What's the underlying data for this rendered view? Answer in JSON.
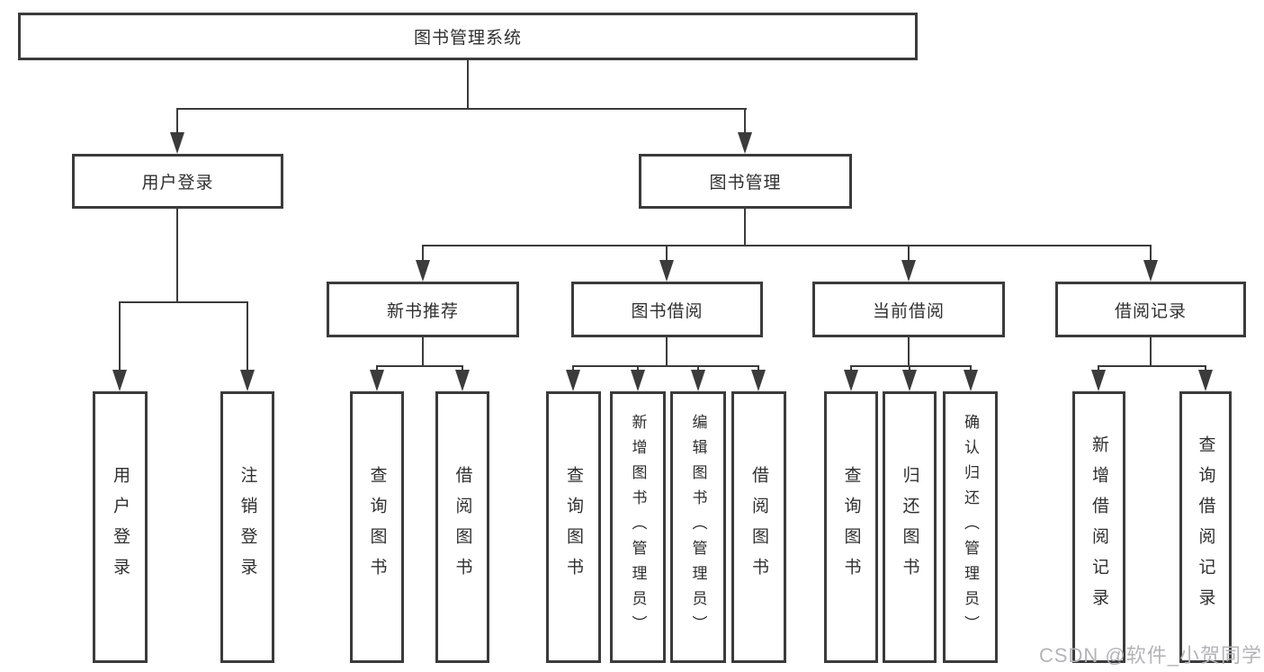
{
  "diagram_type": "hierarchy-tree",
  "tree": {
    "root": "图书管理系统",
    "branches": [
      {
        "label": "用户登录",
        "children": [
          "用户登录",
          "注销登录"
        ]
      },
      {
        "label": "图书管理",
        "children": [
          {
            "label": "新书推荐",
            "children": [
              "查询图书",
              "借阅图书"
            ]
          },
          {
            "label": "图书借阅",
            "children": [
              "查询图书",
              "新增图书（管理员）",
              "编辑图书（管理员）",
              "借阅图书"
            ]
          },
          {
            "label": "当前借阅",
            "children": [
              "查询图书",
              "归还图书",
              "确认归还（管理员）"
            ]
          },
          {
            "label": "借阅记录",
            "children": [
              "新增借阅记录",
              "查询借阅记录"
            ]
          }
        ]
      }
    ]
  },
  "watermark": {
    "text": "CSDN @软件_小贺同学"
  },
  "colors": {
    "line": "#3b3b3b",
    "box_border": "#3b3b3b",
    "box_fill": "#ffffff",
    "text": "#2f2f2f",
    "watermark": "#b4b4b8",
    "background": "#ffffff"
  }
}
